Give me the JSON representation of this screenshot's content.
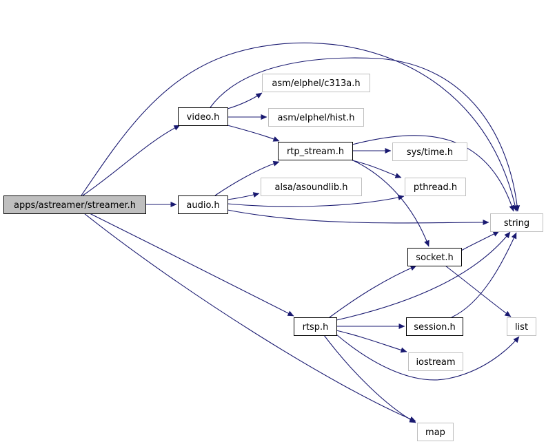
{
  "colors": {
    "edge": "#191970",
    "root_fill": "#bfbfbf",
    "node_border": "#000000",
    "external_border": "#bfbfbf",
    "background": "#ffffff"
  },
  "nodes": [
    {
      "id": "streamer",
      "label": "apps/astreamer/streamer.h",
      "kind": "root"
    },
    {
      "id": "video",
      "label": "video.h",
      "kind": "local"
    },
    {
      "id": "audio",
      "label": "audio.h",
      "kind": "local"
    },
    {
      "id": "c313a",
      "label": "asm/elphel/c313a.h",
      "kind": "external"
    },
    {
      "id": "hist",
      "label": "asm/elphel/hist.h",
      "kind": "external"
    },
    {
      "id": "rtp",
      "label": "rtp_stream.h",
      "kind": "local"
    },
    {
      "id": "asoundlib",
      "label": "alsa/asoundlib.h",
      "kind": "external"
    },
    {
      "id": "systime",
      "label": "sys/time.h",
      "kind": "external"
    },
    {
      "id": "pthread",
      "label": "pthread.h",
      "kind": "external"
    },
    {
      "id": "string",
      "label": "string",
      "kind": "external"
    },
    {
      "id": "socket",
      "label": "socket.h",
      "kind": "local"
    },
    {
      "id": "rtsp",
      "label": "rtsp.h",
      "kind": "local"
    },
    {
      "id": "session",
      "label": "session.h",
      "kind": "local"
    },
    {
      "id": "list",
      "label": "list",
      "kind": "external"
    },
    {
      "id": "iostream",
      "label": "iostream",
      "kind": "external"
    },
    {
      "id": "map",
      "label": "map",
      "kind": "external"
    }
  ],
  "edges": [
    {
      "from": "streamer",
      "to": "video"
    },
    {
      "from": "streamer",
      "to": "string"
    },
    {
      "from": "streamer",
      "to": "audio"
    },
    {
      "from": "streamer",
      "to": "rtsp"
    },
    {
      "from": "streamer",
      "to": "map"
    },
    {
      "from": "video",
      "to": "c313a"
    },
    {
      "from": "video",
      "to": "hist"
    },
    {
      "from": "video",
      "to": "rtp"
    },
    {
      "from": "video",
      "to": "string"
    },
    {
      "from": "audio",
      "to": "rtp"
    },
    {
      "from": "audio",
      "to": "asoundlib"
    },
    {
      "from": "audio",
      "to": "pthread"
    },
    {
      "from": "audio",
      "to": "string"
    },
    {
      "from": "rtp",
      "to": "systime"
    },
    {
      "from": "rtp",
      "to": "pthread"
    },
    {
      "from": "rtp",
      "to": "string"
    },
    {
      "from": "rtp",
      "to": "socket"
    },
    {
      "from": "socket",
      "to": "string"
    },
    {
      "from": "socket",
      "to": "list"
    },
    {
      "from": "rtsp",
      "to": "socket"
    },
    {
      "from": "rtsp",
      "to": "string"
    },
    {
      "from": "rtsp",
      "to": "session"
    },
    {
      "from": "rtsp",
      "to": "iostream"
    },
    {
      "from": "rtsp",
      "to": "list"
    },
    {
      "from": "rtsp",
      "to": "map"
    },
    {
      "from": "session",
      "to": "string"
    }
  ]
}
